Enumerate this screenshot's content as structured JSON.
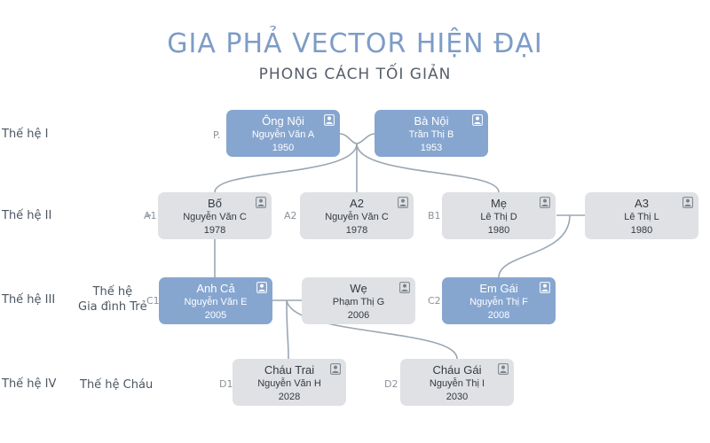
{
  "header": {
    "title": "GIA PHẢ VECTOR HIỆN ĐẠI",
    "subtitle": "PHONG CÁCH TỐI GIẢN"
  },
  "generations": [
    "Thế hệ I",
    "Thế hệ II",
    "Thế hệ III",
    "Thế hệ IV"
  ],
  "extra_labels": {
    "gen3": "Thế hệ\nGia đình Trẻ",
    "gen4": "Thế hệ Cháu"
  },
  "codes": {
    "p": "P.",
    "a1": "A1",
    "a2": "A2",
    "b1": "B1",
    "c1": "C1",
    "c2": "C2",
    "d1": "D1",
    "d2": "D2"
  },
  "nodes": {
    "ong_noi": {
      "name": "Ông Nội",
      "full_name": "Nguyễn Văn A",
      "year": "1950",
      "style": "blue"
    },
    "ba_noi": {
      "name": "Bà Nội",
      "full_name": "Trần Thị B",
      "year": "1953",
      "style": "blue"
    },
    "bo": {
      "name": "Bố",
      "full_name": "Nguyễn Văn C",
      "year": "1978",
      "style": "grey"
    },
    "a2": {
      "name": "A2",
      "full_name": "Nguyễn Văn C",
      "year": "1978",
      "style": "grey"
    },
    "me": {
      "name": "Mẹ",
      "full_name": "Lê Thị D",
      "year": "1980",
      "style": "grey"
    },
    "a3": {
      "name": "A3",
      "full_name": "Lê Thị L",
      "year": "1980",
      "style": "grey"
    },
    "anh_ca": {
      "name": "Anh Cả",
      "full_name": "Nguyễn Văn E",
      "year": "2005",
      "style": "blue"
    },
    "we": {
      "name": "Wẹ",
      "full_name": "Phạm Thị G",
      "year": "2006",
      "style": "grey"
    },
    "em_gai": {
      "name": "Em Gái",
      "full_name": "Nguyễn Thị F",
      "year": "2008",
      "style": "blue"
    },
    "chau_trai": {
      "name": "Cháu Trai",
      "full_name": "Nguyễn Văn H",
      "year": "2028",
      "style": "grey"
    },
    "chau_gai": {
      "name": "Cháu Gái",
      "full_name": "Nguyễn Thị I",
      "year": "2030",
      "style": "grey"
    }
  },
  "colors": {
    "accent": "#86a6d0",
    "title": "#7d9cc7",
    "node_grey": "#dfe1e4",
    "connector": "#9aa6b2"
  },
  "icon": "person-icon"
}
